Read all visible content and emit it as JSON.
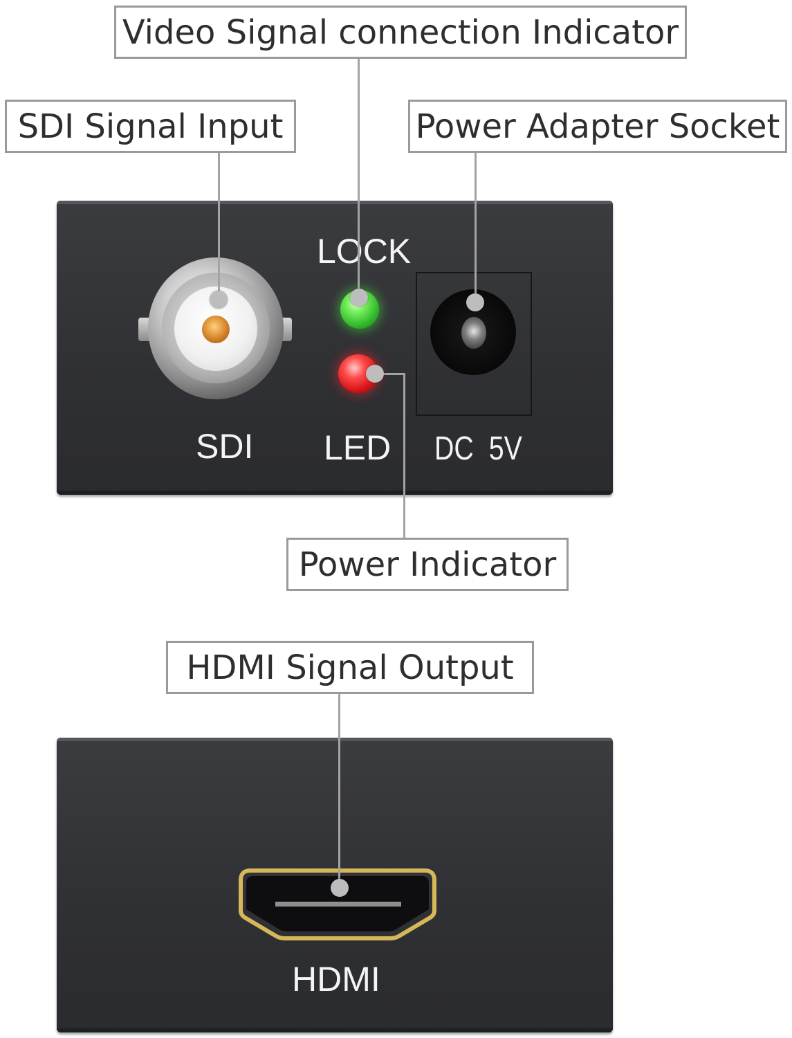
{
  "callouts": {
    "video_signal_indicator": "Video Signal connection Indicator",
    "sdi_input": "SDI Signal Input",
    "power_adapter_socket": "Power Adapter Socket",
    "power_indicator": "Power Indicator",
    "hdmi_output": "HDMI Signal Output"
  },
  "panel_labels": {
    "lock": "LOCK",
    "sdi": "SDI",
    "led": "LED",
    "dc": "DC  5V",
    "hdmi": "HDMI"
  },
  "colors": {
    "lock_led": "#3fd43a",
    "power_led": "#e3191e",
    "hdmi_gold": "#d6b85a",
    "panel": "#323337"
  }
}
